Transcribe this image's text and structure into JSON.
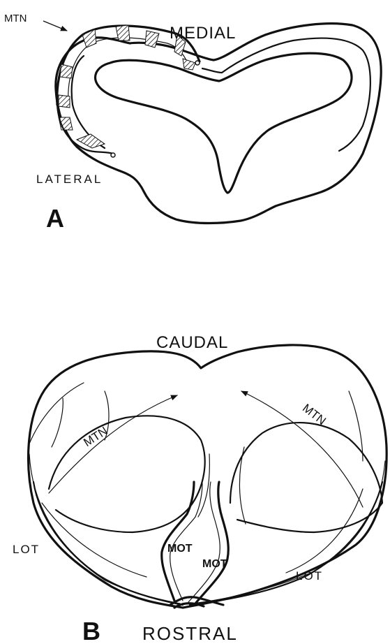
{
  "panel_a": {
    "letter": "A",
    "labels": {
      "mtn": "MTN",
      "medial": "MEDIAL",
      "lateral": "LATERAL"
    }
  },
  "panel_b": {
    "letter": "B",
    "labels": {
      "caudal": "CAUDAL",
      "rostral": "ROSTRAL",
      "mtn_left": "MTN",
      "mtn_right": "MTN",
      "lot_left": "LOT",
      "lot_right": "LOT",
      "mot_left": "MOT",
      "mot_right": "MOT"
    }
  }
}
